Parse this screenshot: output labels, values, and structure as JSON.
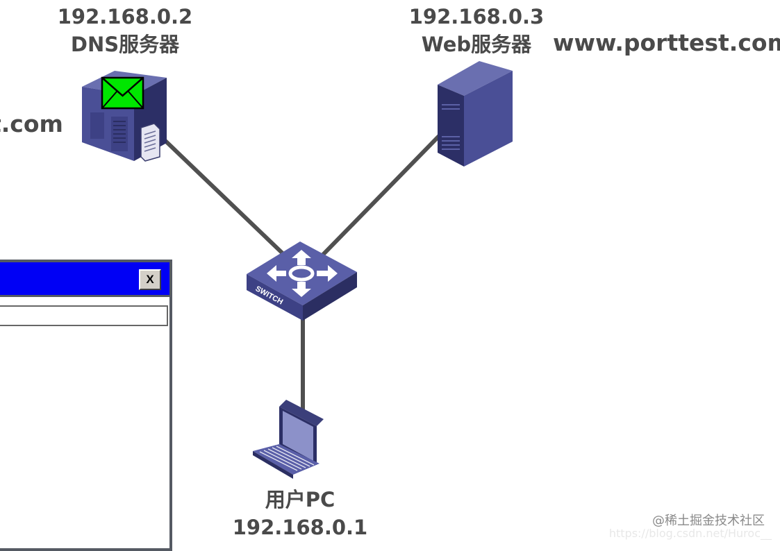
{
  "dns_server": {
    "ip": "192.168.0.2",
    "name": "DNS服务器",
    "icon": "server-tower-icon"
  },
  "web_server": {
    "ip": "192.168.0.3",
    "name": "Web服务器",
    "icon": "server-tower-icon"
  },
  "user_pc": {
    "name": "用户PC",
    "ip": "192.168.0.1",
    "icon": "laptop-icon"
  },
  "switch": {
    "label": "SWITCH",
    "icon": "switch-icon"
  },
  "domain_labels": {
    "top_right": "www.porttest.com",
    "left_partial": "t.com"
  },
  "dialog": {
    "close_label": "X",
    "titlebar_color": "#0000f5",
    "address_value": ""
  },
  "envelope": {
    "icon": "envelope-icon",
    "color": "#00e600"
  },
  "watermark": {
    "text": "@稀土掘金技术社区",
    "url": "https://blog.csdn.net/Huroc__"
  },
  "colors": {
    "device": "#3b3f7a",
    "link": "#505050",
    "label": "#4a4a4a"
  }
}
